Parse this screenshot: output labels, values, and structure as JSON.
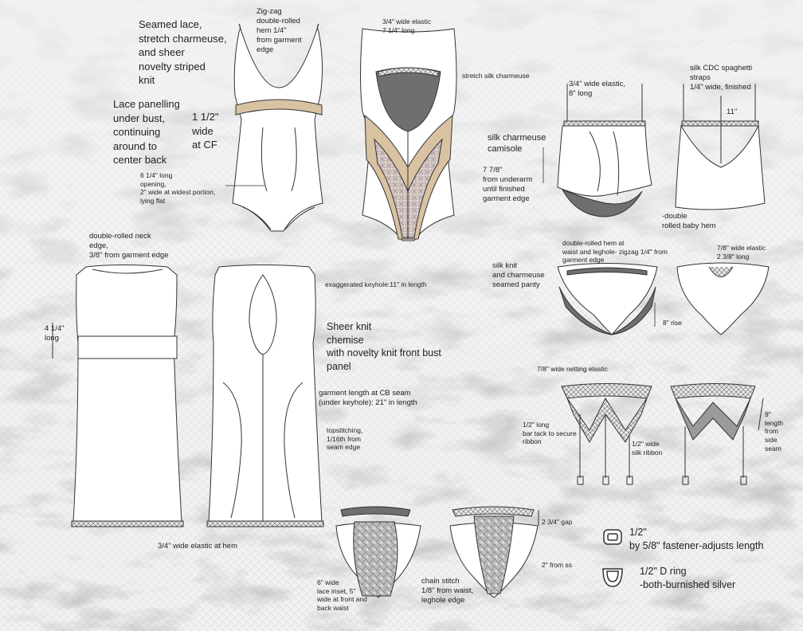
{
  "colors": {
    "paper": "#f3f3f3",
    "lace_tint": "#d8c2a2",
    "lace_pattern": "#c9b6b8",
    "dark_fabric": "#6f6f6f",
    "outline": "#333333",
    "garment_fill": "#ffffff",
    "elastic": "#9a9a9a"
  },
  "labels": {
    "bodysuit_fabrics": "Seamed lace,\nstretch charmeuse,\nand sheer\nnovelty striped\nknit",
    "lace_panelling": "Lace panelling\nunder bust,\ncontinuing\naround to\ncenter back",
    "cf_width": "1 1/2\"\nwide\nat CF",
    "zigzag_hem": "Zig-zag\ndouble-rolled\nhem 1/4\"\nfrom garment\nedge",
    "opening": "6 1/4\" long\nopening,\n2\" wide at widest portion,\nlying flat",
    "back_elastic": "3/4\" wide elastic\n7 1/4\" long",
    "stretch_silk": "stretch silk charmeuse",
    "cami_elastic": "3/4\" wide elastic,\n8\" long",
    "spaghetti_straps": "silk CDC spaghetti\nstraps\n1/4\" wide, finished",
    "eleven_in": "11\"",
    "cami_title": "silk charmeuse\ncamisole",
    "cami_length": "7 7/8\"\nfrom underarm\nuntil finished\ngarment edge",
    "baby_hem": "-double\nrolled baby hem",
    "panty_hem": "double-rolled hem at\nwaist and leghole- zigzag 1/4\" from\ngarment edge",
    "panty_elastic": "7/8\" wide elastic\n2 3/8\" long",
    "panty_title": "silk knit\nand charmeuse\nseamed panty",
    "rise": "8\" rise",
    "neck_edge": "double-rolled neck\nedge,\n3/8\" from garment edge",
    "chemise_len": "4 1/4\"\nlong",
    "keyhole": "exaggerated keyhole:11\" in length",
    "chemise_title": "Sheer knit\nchemise\nwith novelty knit front bust\npanel",
    "cb_length": "garment length at CB seam\n(under keyhole): 21\" in length",
    "topstitching": "topstitching,\n1/16th from\nseam edge",
    "hem_elastic": "3/4\" wide elastic at hem",
    "netting_elastic": "7/8\" wide netting elastic",
    "bar_tack": "1/2\" long\nbar tack to secure\nribbon",
    "ribbon": "1/2\" wide\nsilk ribbon",
    "nine_len": "9\"\nlength\nfrom\nside\nseam",
    "gap": "2  3/4\" gap",
    "from_ss": "2\" from ss",
    "lace_inset": "6\" wide\nlace inset, 5\"\nwide at front and\nback waist",
    "chain_stitch": "chain stitch\n1/8\" from waist,\nleghole edge",
    "fastener": "1/2\"\nby 5/8\" fastener-adjusts length",
    "dring": "1/2\" D ring\n-both-burnished silver"
  }
}
